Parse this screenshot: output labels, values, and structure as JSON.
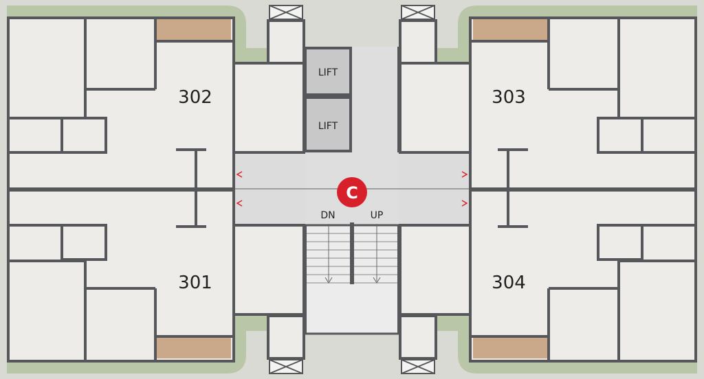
{
  "units": {
    "u302": "302",
    "u303": "303",
    "u301": "301",
    "u304": "304"
  },
  "core": {
    "lift_top": "LIFT",
    "lift_bottom": "LIFT",
    "stair_down": "DN",
    "stair_up": "UP",
    "core_badge": "C"
  },
  "colors": {
    "wall": "#55575a",
    "room_floor": "#eeece8",
    "corridor": "#dcdcdc",
    "balcony": "#b9c7a8",
    "deck": "#c9a98a",
    "lift": "#c8c8c8",
    "badge": "#d8202a",
    "entry_arrow": "#d8202a"
  }
}
